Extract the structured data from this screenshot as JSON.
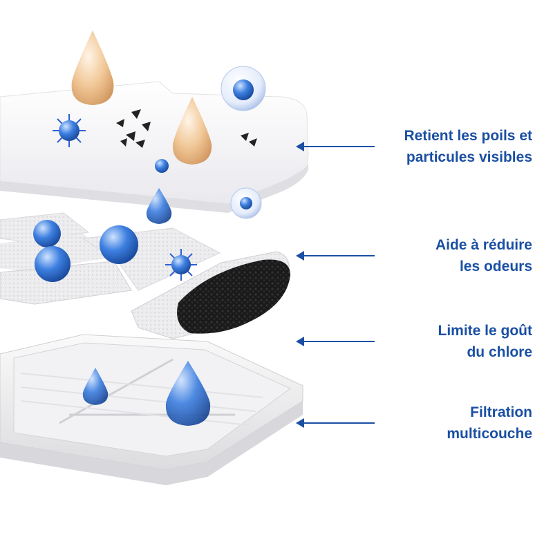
{
  "colors": {
    "accent_blue": "#1a4fa3",
    "pad_white": "#f4f4f6",
    "carbon_black": "#1c1c1c",
    "droplet_blue": "#3d7fe0",
    "droplet_amber": "#e8b27a"
  },
  "callouts": [
    {
      "line1": "Retient les poils et",
      "line2": "particules visibles",
      "icon": "left-arrow-icon"
    },
    {
      "line1": "Aide à réduire",
      "line2": "les odeurs",
      "icon": "left-arrow-icon"
    },
    {
      "line1": "Limite le goût",
      "line2": "du chlore",
      "icon": "left-arrow-icon"
    },
    {
      "line1": "Filtration",
      "line2": "multicouche",
      "icon": "left-arrow-icon"
    }
  ],
  "illustration": {
    "layers": [
      "foam-pad-layer",
      "cotton-and-carbon-layer",
      "filter-tray-layer"
    ],
    "icons": [
      "amber-droplet-icon",
      "blue-droplet-icon",
      "virus-icon",
      "bubble-sphere-icon",
      "debris-icon"
    ]
  }
}
